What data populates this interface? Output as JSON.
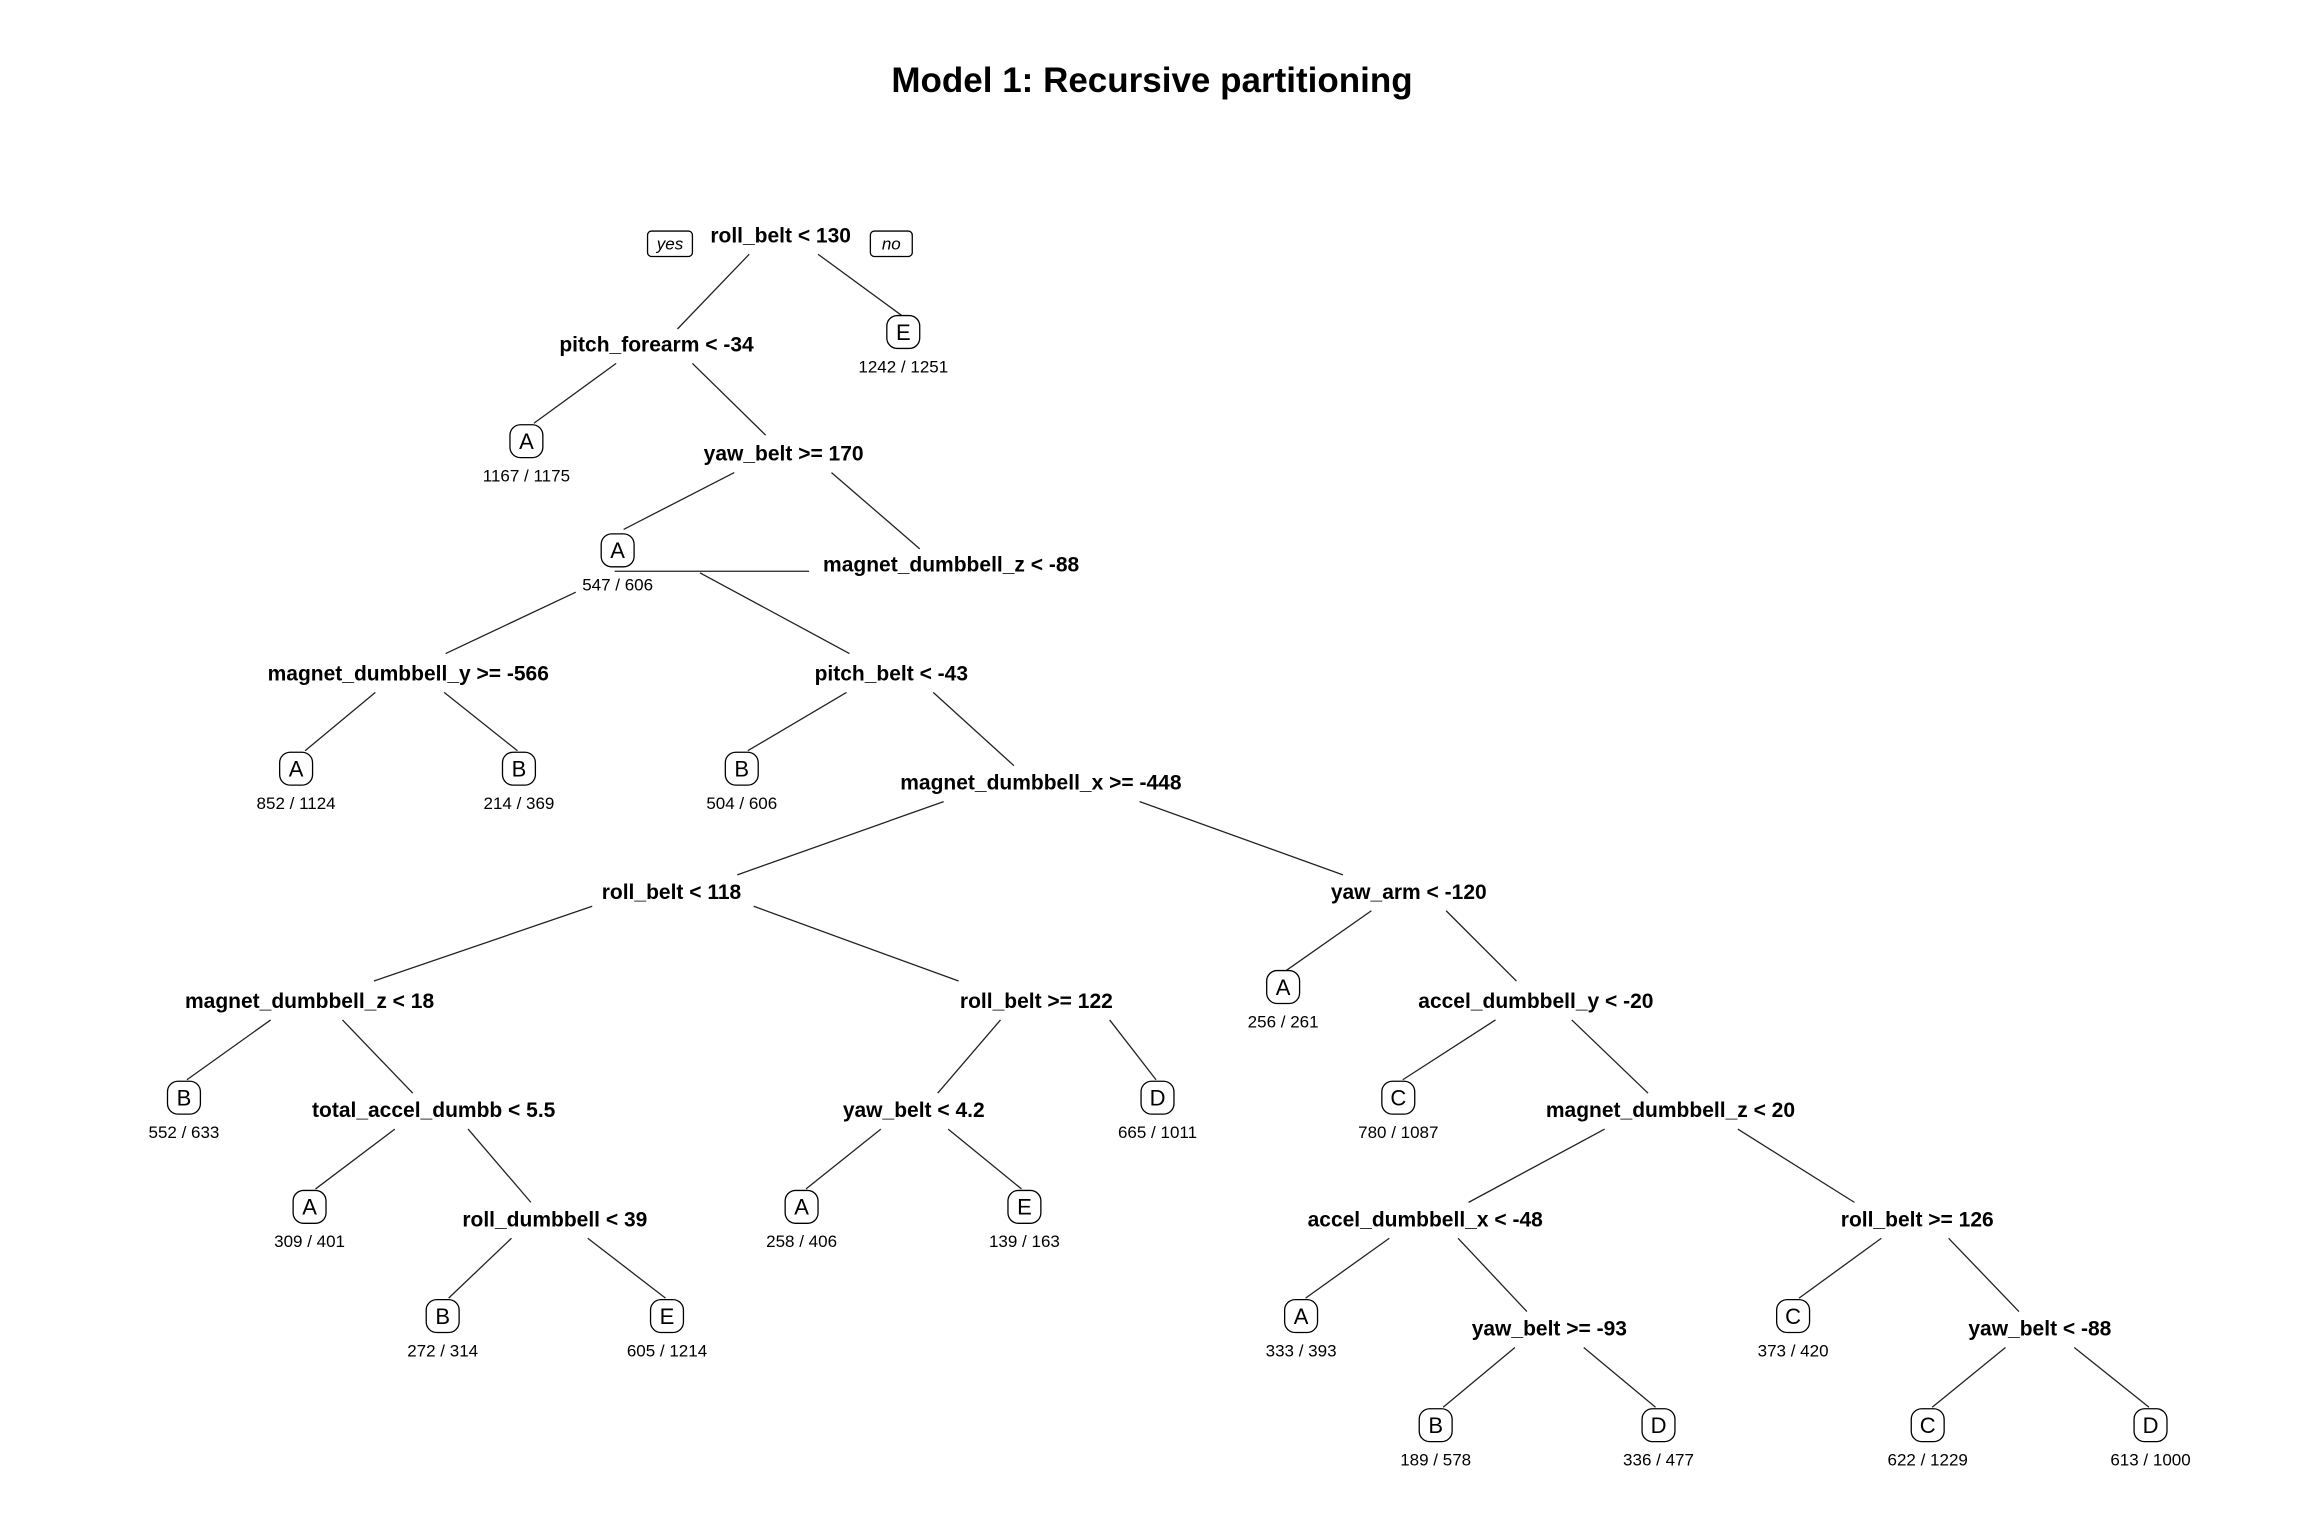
{
  "title": "Model 1: Recursive partitioning",
  "branch_labels": {
    "yes": "yes",
    "no": "no"
  },
  "splits": [
    {
      "id": "s_roll130",
      "label": "roll_belt < 130"
    },
    {
      "id": "s_pitchfore",
      "label": "pitch_forearm < -34"
    },
    {
      "id": "s_yaw170",
      "label": "yaw_belt >= 170"
    },
    {
      "id": "s_magz88",
      "label": "magnet_dumbbell_z < -88"
    },
    {
      "id": "s_magy566",
      "label": "magnet_dumbbell_y >= -566"
    },
    {
      "id": "s_pitch43",
      "label": "pitch_belt < -43"
    },
    {
      "id": "s_magx448",
      "label": "magnet_dumbbell_x >= -448"
    },
    {
      "id": "s_roll118",
      "label": "roll_belt < 118"
    },
    {
      "id": "s_yawarm",
      "label": "yaw_arm < -120"
    },
    {
      "id": "s_magz18",
      "label": "magnet_dumbbell_z < 18"
    },
    {
      "id": "s_roll122",
      "label": "roll_belt >= 122"
    },
    {
      "id": "s_accy20",
      "label": "accel_dumbbell_y < -20"
    },
    {
      "id": "s_tad",
      "label": "total_accel_dumbb < 5.5"
    },
    {
      "id": "s_yaw42",
      "label": "yaw_belt < 4.2"
    },
    {
      "id": "s_magz20",
      "label": "magnet_dumbbell_z < 20"
    },
    {
      "id": "s_rolld39",
      "label": "roll_dumbbell < 39"
    },
    {
      "id": "s_accx48",
      "label": "accel_dumbbell_x < -48"
    },
    {
      "id": "s_roll126",
      "label": "roll_belt >= 126"
    },
    {
      "id": "s_yaw93",
      "label": "yaw_belt >= -93"
    },
    {
      "id": "s_yaw88",
      "label": "yaw_belt < -88"
    }
  ],
  "leaves": [
    {
      "id": "l_E1",
      "class": "E",
      "count": "1242 / 1251"
    },
    {
      "id": "l_A1",
      "class": "A",
      "count": "1167 / 1175"
    },
    {
      "id": "l_A2",
      "class": "A",
      "count": "547 / 606"
    },
    {
      "id": "l_A3",
      "class": "A",
      "count": "852 / 1124"
    },
    {
      "id": "l_B1",
      "class": "B",
      "count": "214 / 369"
    },
    {
      "id": "l_B2",
      "class": "B",
      "count": "504 / 606"
    },
    {
      "id": "l_A4",
      "class": "A",
      "count": "256 / 261"
    },
    {
      "id": "l_B3",
      "class": "B",
      "count": "552 / 633"
    },
    {
      "id": "l_D1",
      "class": "D",
      "count": "665 / 1011"
    },
    {
      "id": "l_C1",
      "class": "C",
      "count": "780 / 1087"
    },
    {
      "id": "l_A5",
      "class": "A",
      "count": "309 / 401"
    },
    {
      "id": "l_A6",
      "class": "A",
      "count": "258 / 406"
    },
    {
      "id": "l_E2",
      "class": "E",
      "count": "139 / 163"
    },
    {
      "id": "l_B4",
      "class": "B",
      "count": "272 / 314"
    },
    {
      "id": "l_E3",
      "class": "E",
      "count": "605 / 1214"
    },
    {
      "id": "l_A7",
      "class": "A",
      "count": "333 / 393"
    },
    {
      "id": "l_C2",
      "class": "C",
      "count": "373 / 420"
    },
    {
      "id": "l_B5",
      "class": "B",
      "count": "189 / 578"
    },
    {
      "id": "l_D2",
      "class": "D",
      "count": "336 / 477"
    },
    {
      "id": "l_C3",
      "class": "C",
      "count": "622 / 1229"
    },
    {
      "id": "l_D3",
      "class": "D",
      "count": "613 / 1000"
    }
  ]
}
